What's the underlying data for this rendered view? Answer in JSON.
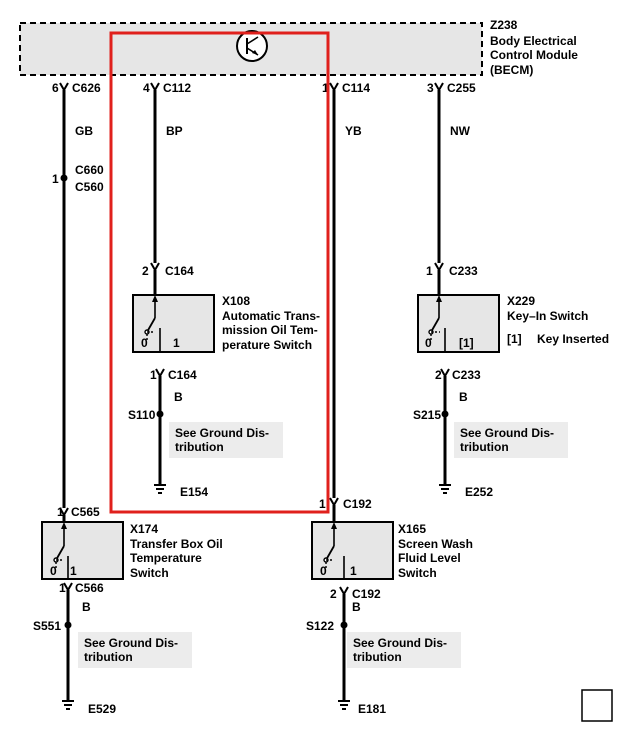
{
  "module": {
    "id": "Z238",
    "name_lines": [
      "Body Electrical",
      "Control Module",
      "(BECM)"
    ]
  },
  "wires": [
    {
      "pin": "6",
      "connector": "C626",
      "color": "GB"
    },
    {
      "pin": "4",
      "connector": "C112",
      "color": "BP"
    },
    {
      "pin": "1",
      "connector": "C114",
      "color": "YB"
    },
    {
      "pin": "3",
      "connector": "C255",
      "color": "NW"
    }
  ],
  "inline_connector": {
    "pin": "1",
    "connectors": [
      "C660",
      "C560"
    ]
  },
  "switches": {
    "x108": {
      "id": "X108",
      "name_lines": [
        "Automatic Trans-",
        "mission Oil Tem-",
        "perature Switch"
      ],
      "top_pin": "2",
      "top_connector": "C164",
      "bottom_pin": "1",
      "bottom_connector": "C164",
      "state_labels": [
        "0",
        "1"
      ],
      "wire_color": "B",
      "splice": "S110",
      "ground_note": [
        "See Ground Dis-",
        "tribution"
      ],
      "ground": "E154"
    },
    "x229": {
      "id": "X229",
      "name_lines": [
        "Key–In Switch"
      ],
      "legend_key": "[1]",
      "legend_value": "Key Inserted",
      "top_pin": "1",
      "top_connector": "C233",
      "bottom_pin": "2",
      "bottom_connector": "C233",
      "state_labels": [
        "0",
        "[1]"
      ],
      "wire_color": "B",
      "splice": "S215",
      "ground_note": [
        "See Ground Dis-",
        "tribution"
      ],
      "ground": "E252"
    },
    "x174": {
      "id": "X174",
      "name_lines": [
        "Transfer Box Oil",
        "Temperature",
        "Switch"
      ],
      "top_pin": "1",
      "top_connector": "C565",
      "bottom_pin": "1",
      "bottom_connector": "C566",
      "state_labels": [
        "0",
        "1"
      ],
      "wire_color": "B",
      "splice": "S551",
      "ground_note": [
        "See Ground Dis-",
        "tribution"
      ],
      "ground": "E529"
    },
    "x165": {
      "id": "X165",
      "name_lines": [
        "Screen Wash",
        "Fluid Level",
        "Switch"
      ],
      "top_pin": "1",
      "top_connector": "C192",
      "bottom_pin": "2",
      "bottom_connector": "C192",
      "state_labels": [
        "0",
        "1"
      ],
      "wire_color": "B",
      "splice": "S122",
      "ground_note": [
        "See Ground Dis-",
        "tribution"
      ],
      "ground": "E181"
    }
  },
  "colors": {
    "highlight": "#e0201c",
    "module_fill": "#e6e6e6",
    "note_fill": "#ececec",
    "wire": "#000000"
  }
}
